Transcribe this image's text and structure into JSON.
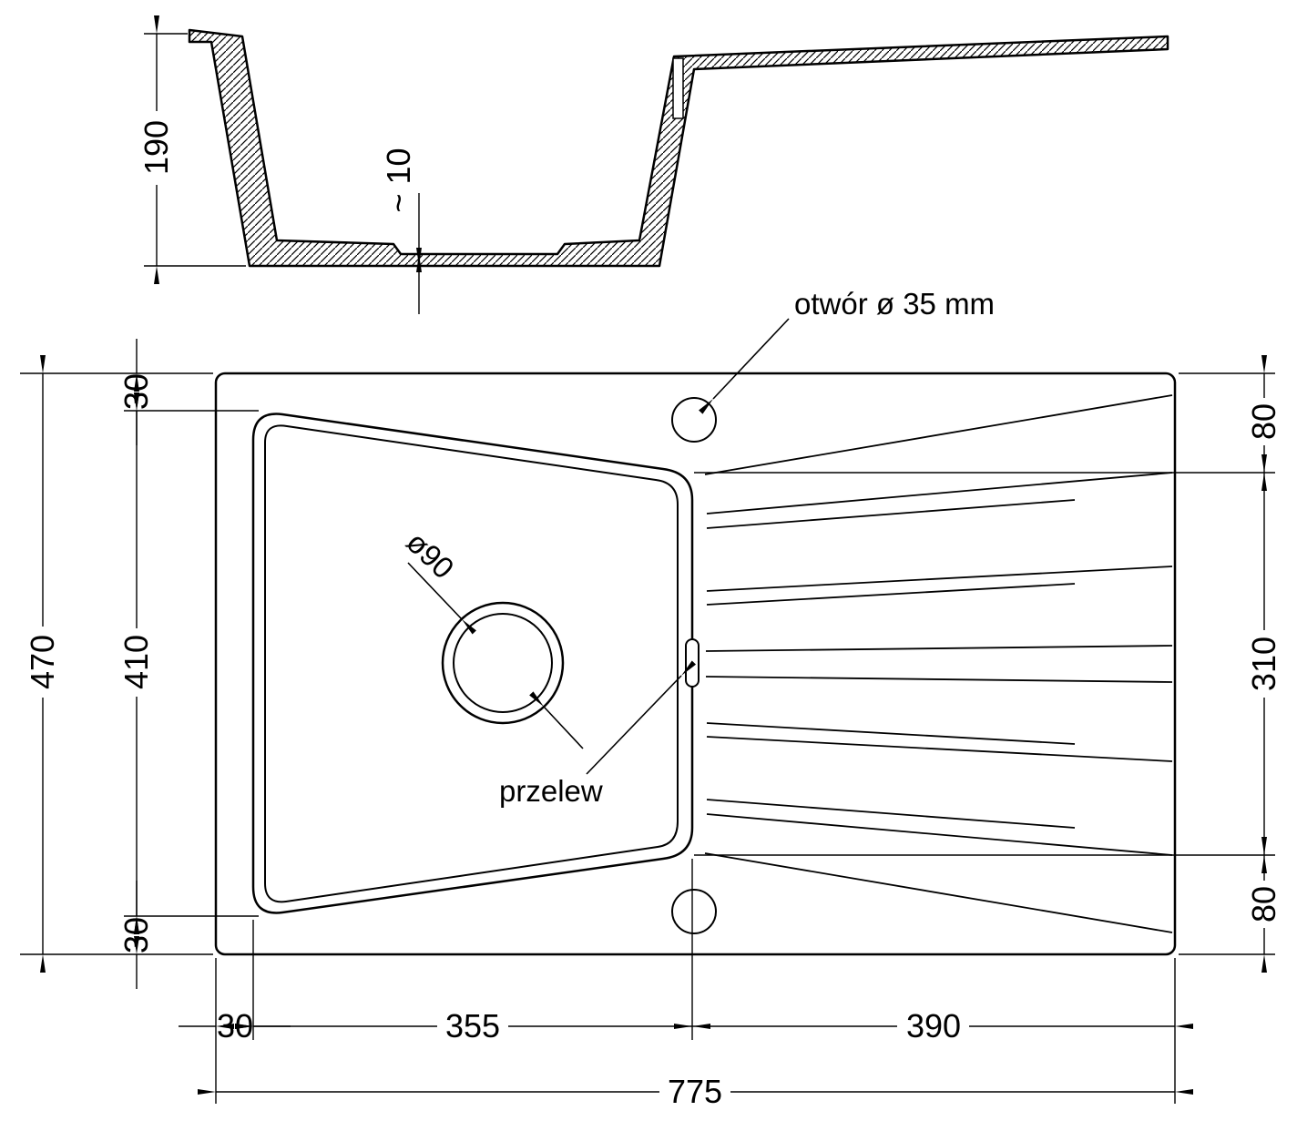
{
  "drawing": {
    "subject": "kitchen-sink-technical-drawing",
    "colors": {
      "line": "#000000",
      "background": "#ffffff"
    },
    "section": {
      "depth": "190",
      "floor_thickness": "~ 10"
    },
    "plan": {
      "hole_label": "otwór ø 35 mm",
      "overflow_label": "przelew",
      "drain_label": "ø90",
      "overall_height": "470",
      "basin_inner_height": "410",
      "rim_top": "30",
      "rim_bottom": "30",
      "drainer_top_offset": "80",
      "drainer_height": "310",
      "drainer_bottom_offset": "80",
      "rim_left_width": "30",
      "basin_inner_width": "355",
      "drainer_width": "390",
      "overall_width": "775"
    }
  }
}
